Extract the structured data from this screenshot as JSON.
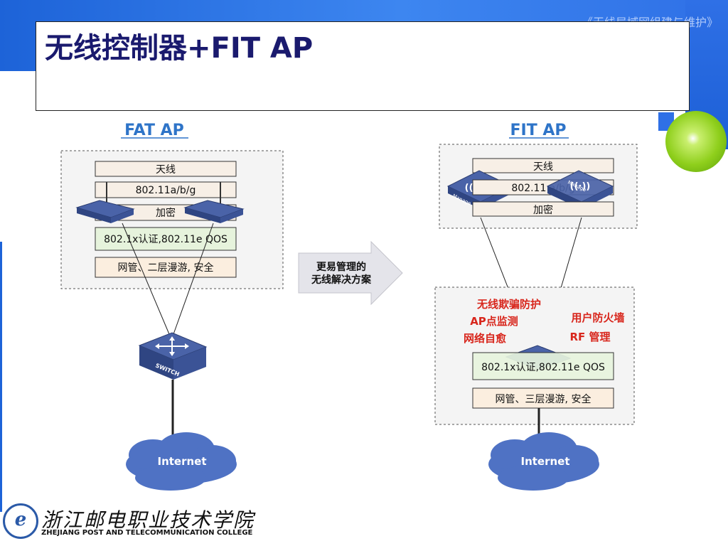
{
  "slide": {
    "course_title": "《无线局域网组建与维护》",
    "title": "无线控制器+FIT AP"
  },
  "fat_ap": {
    "heading": "FAT AP",
    "layers": [
      "天线",
      "802.11a/b/g",
      "加密",
      "802.1x认证,802.11e QOS",
      "网管、二层漫游, 安全"
    ],
    "switch_label": "SWITCH",
    "internet_label": "Internet"
  },
  "arrow": {
    "line1": "更易管理的",
    "line2": "无线解决方案"
  },
  "fit_ap": {
    "heading": "FIT AP",
    "ap_layers": [
      "天线",
      "802.11 a/b/g",
      "加密"
    ],
    "ap_device_label": "Manage",
    "controller_features_left": [
      "无线欺骗防护",
      "AP点监测",
      "网络自愈"
    ],
    "controller_features_right": [
      "用户防火墙",
      "RF 管理"
    ],
    "controller_layers": [
      "802.1x认证,802.11e QOS",
      "网管、三层漫游, 安全"
    ],
    "internet_label": "Internet"
  },
  "college": {
    "name_cn": "浙江邮电职业技术学院",
    "name_en": "ZHEJIANG POST AND TELECOMMUNICATION COLLEGE",
    "logo_letter": "e"
  },
  "colors": {
    "heading_blue": "#2e74c8",
    "feature_red": "#d8261c",
    "layer_fill": "#f7efe6",
    "layer_green": "#e6f3dc",
    "arrow_fill": "#e4e4ea"
  }
}
